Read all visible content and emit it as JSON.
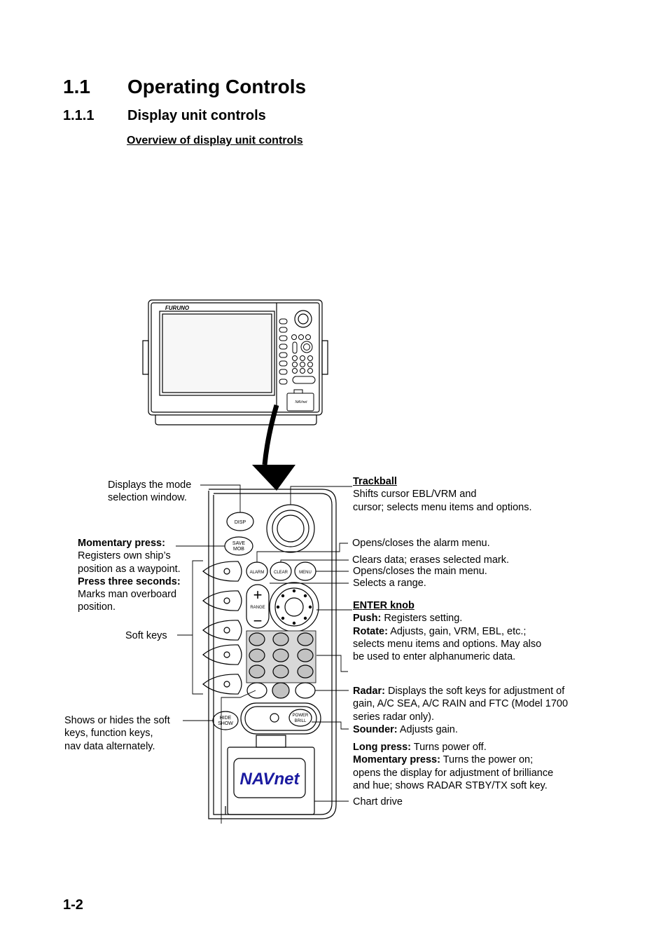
{
  "headings": {
    "h1_num": "1.1",
    "h1_title": "Operating Controls",
    "h2_num": "1.1.1",
    "h2_title": "Display unit controls",
    "h3_title": "Overview of display unit controls"
  },
  "page_number": "1-2",
  "device": {
    "brand": "FURUNO",
    "navnet_logo": "NAVnet",
    "key_labels": {
      "disp": "DISP",
      "save": "SAVE",
      "mob": "MOB",
      "alarm": "ALARM",
      "clear": "CLEAR",
      "menu": "MENU",
      "range": "RANGE",
      "hide": "HIDE",
      "show": "SHOW",
      "power": "POWER",
      "brill": "BRILL"
    }
  },
  "callouts": {
    "disp": {
      "line1": "Displays the mode",
      "line2": "selection window."
    },
    "save_mob": {
      "label1": "Momentary press:",
      "line1": "Registers own ship’s",
      "line2": "position as a waypoint.",
      "label2": "Press three seconds:",
      "line3": "Marks man overboard",
      "line4": "position."
    },
    "soft_keys": "Soft keys",
    "hide_show": {
      "line1": "Shows or hides the soft",
      "line2": "keys, function keys,",
      "line3": "nav data alternately."
    },
    "trackball": {
      "title": "Trackball",
      "line1": "Shifts cursor EBL/VRM and",
      "line2": "cursor; selects menu items and options."
    },
    "alarm": "Opens/closes the alarm menu.",
    "clear": "Clears data; erases selected mark.",
    "menu": "Opens/closes the main menu.",
    "range": "Selects a range.",
    "enter": {
      "title": "ENTER knob",
      "push_label": "Push:",
      "push_text": "Registers setting.",
      "rotate_label": "Rotate:",
      "rotate_text": "Adjusts, gain, VRM, EBL, etc.;",
      "line2": "selects menu items and options. May also",
      "line3": "be used to enter alphanumeric data."
    },
    "radar": {
      "label": "Radar:",
      "text": "Displays the soft keys for adjustment of",
      "line2": "gain, A/C SEA, A/C RAIN and FTC (Model 1700",
      "line3": "series radar only).",
      "sounder_label": "Sounder:",
      "sounder_text": "Adjusts gain."
    },
    "power": {
      "long_label": "Long press:",
      "long_text": "Turns power off.",
      "mom_label": "Momentary press:",
      "mom_text": "Turns the power on;",
      "line2": "opens the display for adjustment of brilliance",
      "line3": "and hue; shows RADAR STBY/TX soft key."
    },
    "chart_drive": "Chart drive"
  }
}
